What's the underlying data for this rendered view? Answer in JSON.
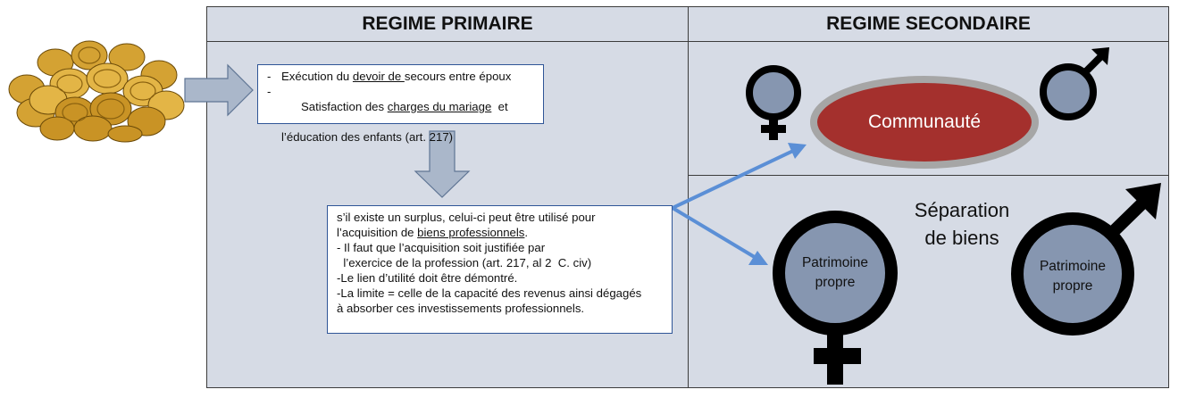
{
  "headers": {
    "primary": "REGIME PRIMAIRE",
    "secondary": "REGIME SECONDAIRE"
  },
  "box_top": {
    "item1": {
      "bullet": "-",
      "pre": "Exécution du ",
      "link": "devoir de ",
      "post": "secours entre époux"
    },
    "item2": {
      "bullet": "-",
      "pre": "Satisfaction des ",
      "link": "charges du mariage",
      "post": "  et"
    },
    "item2_cont": "l’éducation des enfants (art. 217)"
  },
  "box_bottom": {
    "line1": "s’il existe un surplus, celui-ci peut être utilisé pour",
    "line2_pre": "l’acquisition de ",
    "line2_link": "biens professionnels",
    "line2_post": ".",
    "line3": "- Il faut que l’acquisition soit justifiée par",
    "line4": "  l’exercice de la profession (art. 217, al 2  C. civ)",
    "line5": "-Le lien d’utilité doit être démontré.",
    "line6": "-La limite = celle de la capacité des revenus ainsi dégagés",
    "line7": "à absorber ces investissements professionnels."
  },
  "communaute": "Communauté",
  "separation": {
    "line1": "Séparation",
    "line2": "de biens"
  },
  "patrimoine": {
    "line1": "Patrimoine",
    "line2": "propre"
  },
  "colors": {
    "cell_bg": "#d6dbe5",
    "arrow_fill": "#aab7ca",
    "connector": "#5b8fd6",
    "communaute": "#a4302d",
    "symbol_fill": "#8696b0"
  }
}
